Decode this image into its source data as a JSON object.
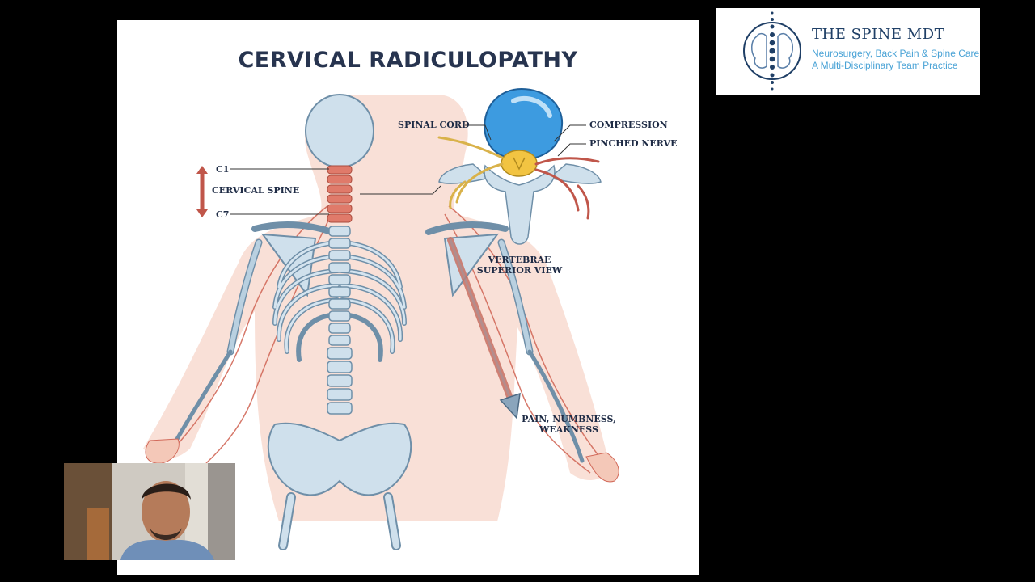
{
  "slide": {
    "title": "CERVICAL RADICULOPATHY",
    "labels": {
      "c1": "C1",
      "cervical_spine": "CERVICAL SPINE",
      "c7": "C7",
      "spinal_cord": "SPINAL CORD",
      "compression": "COMPRESSION",
      "pinched_nerve": "PINCHED NERVE",
      "vertebrae_line1": "VERTEBRAE",
      "vertebrae_line2": "SUPERIOR VIEW",
      "symptoms_line1": "PAIN, NUMBNESS,",
      "symptoms_line2": "WEAKNESS"
    }
  },
  "logo": {
    "name": "THE SPINE MDT",
    "tagline1": "Neurosurgery, Back Pain & Spine Care",
    "tagline2": "A Multi-Disciplinary Team Practice"
  },
  "colors": {
    "title": "#27344f",
    "bone": "#cfe0ec",
    "bone_stroke": "#6f8fa8",
    "body_glow": "#f4c8b8",
    "nerve": "#d26a5a",
    "disc_blue": "#3d9be0",
    "cord_yellow": "#f2c442",
    "logo_navy": "#1f3f66",
    "logo_blue": "#4aa3d6"
  }
}
